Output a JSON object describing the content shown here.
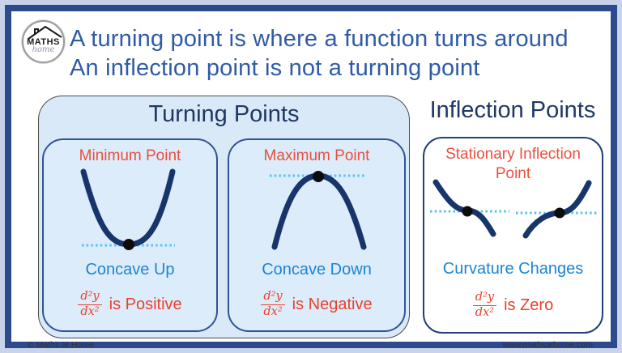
{
  "logo": {
    "brand_top": "MATHS",
    "brand_bottom": "home"
  },
  "title": {
    "line1": "A turning point is where a function turns around",
    "line2": "An inflection point is not a turning point"
  },
  "turning": {
    "header": "Turning Points",
    "cards": [
      {
        "label": "Minimum Point",
        "concavity": "Concave Up",
        "formula_numerator": "d²y",
        "formula_denominator": "dx²",
        "formula_text": "is Positive"
      },
      {
        "label": "Maximum Point",
        "concavity": "Concave Down",
        "formula_numerator": "d²y",
        "formula_denominator": "dx²",
        "formula_text": "is Negative"
      }
    ]
  },
  "inflection": {
    "header": "Inflection Points",
    "label_line1": "Stationary Inflection",
    "label_line2": "Point",
    "concavity": "Curvature Changes",
    "formula_numerator": "d²y",
    "formula_denominator": "dx²",
    "formula_text": "is Zero"
  },
  "footer": {
    "left": "© Maths at Home",
    "right": "www.mathsathome.com"
  },
  "colors": {
    "frame_navy": "#2C4A8C",
    "frame_outer": "#C9D4EA",
    "title_blue": "#2F5BA5",
    "header_navy": "#1F3864",
    "label_red": "#E8503E",
    "formula_red": "#E8412F",
    "concavity_blue": "#1B85D3",
    "curve_navy": "#17356B",
    "dotted_cyan": "#55C1F1",
    "panel_fill": "#D9E9F8"
  }
}
